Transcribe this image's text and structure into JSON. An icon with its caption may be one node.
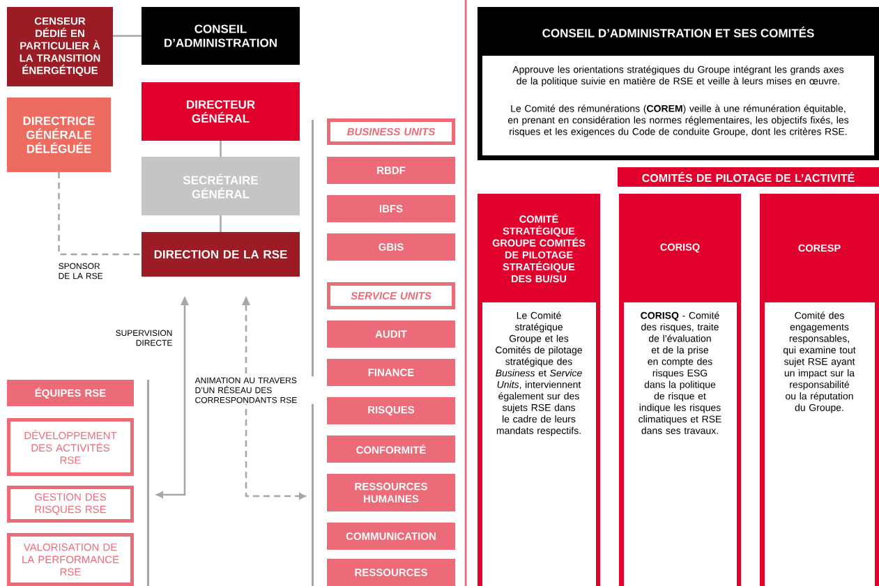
{
  "diagram": {
    "nodes": [
      {
        "text": [
          "CENSEUR DÉDIÉ EN PARTICULIER À LA TRANSITION ÉNERGÉTIQUE"
        ]
      },
      {
        "text": [
          "CONSEIL D’ADMINISTRATION"
        ]
      },
      {
        "text": [
          "DIRECTEUR GÉNÉRAL"
        ]
      },
      {
        "text": [
          "DIRECTRICE GÉNÉRALE DÉLÉGUÉE"
        ]
      },
      {
        "text": [
          "SECRÉTAIRE GÉNÉRAL"
        ]
      },
      {
        "text": [
          "DIRECTION DE LA RSE"
        ]
      },
      {
        "text": [
          "ÉQUIPES RSE"
        ]
      },
      {
        "text": [
          "DÉVELOPPEMENT DES ACTIVITÉS RSE"
        ]
      },
      {
        "text": [
          "GESTION DES RISQUES RSE"
        ]
      },
      {
        "text": [
          "VALORISATION DE LA PERFORMANCE RSE"
        ]
      },
      {
        "text": [
          "BUSINESS UNITS"
        ]
      },
      {
        "text": [
          "RBDF"
        ]
      },
      {
        "text": [
          "IBFS"
        ]
      },
      {
        "text": [
          "GBIS"
        ]
      },
      {
        "text": [
          "SERVICE UNITS"
        ]
      },
      {
        "text": [
          "AUDIT"
        ]
      },
      {
        "text": [
          "FINANCE"
        ]
      },
      {
        "text": [
          "RISQUES"
        ]
      },
      {
        "text": [
          "CONFORMITÉ"
        ]
      },
      {
        "text": [
          "RESSOURCES HUMAINES"
        ]
      },
      {
        "text": [
          "COMMUNICATION"
        ]
      },
      {
        "text": [
          "RESSOURCES"
        ]
      },
      {
        "text": [
          "CONSEIL D’ADMINISTRATION ET SES COMITÉS",
          "Approuve les orientations stratégiques du Groupe intégrant les grands axes de la politique suivie en matière de RSE et veille à leurs mises en œuvre.",
          "Le Comité des rémunérations (**COREM**) veille à une rémunération équitable, en prenant en considération les normes réglementaires, les objectifs fixés, les risques et les exigences du Code de conduite Groupe, dont les critères RSE."
        ]
      },
      {
        "text": [
          "COMITÉS DE PILOTAGE DE L’ACTIVITÉ"
        ]
      },
      {
        "text": [
          "COMITÉ STRATÉGIQUE GROUPE COMITÉS DE PILOTAGE STRATÉGIQUE DES BU/SU",
          "Le Comité stratégique Groupe et les Comités de pilotage stratégique des *Business* et *Service Units*, interviennent également sur des sujets RSE dans le cadre de leurs mandats respectifs."
        ]
      },
      {
        "text": [
          "CORISQ",
          "**CORISQ** - Comité des risques, traite de l’évaluation et de la prise en compte des risques ESG dans la politique de risque et indique les risques climatiques et RSE dans ses travaux."
        ]
      },
      {
        "text": [
          "CORESP",
          "Comité des engagements responsables, qui examine tout sujet RSE ayant un impact sur la responsabilité ou la réputation du Groupe."
        ]
      },
      {
        "text": [],
        "shape": "bar"
      },
      {
        "text": [],
        "shape": "bar"
      }
    ],
    "edges": [
      {
        "from": 0,
        "to": 1,
        "arrow": "none"
      },
      {
        "from": 2,
        "to": 4,
        "arrow": "none"
      },
      {
        "from": 4,
        "to": 5,
        "arrow": "none"
      },
      {
        "from": 3,
        "to": 5,
        "arrow": "none",
        "style": "dashed",
        "label": "SPONSOR DE LA RSE"
      },
      {
        "from": 5,
        "to": 27,
        "arrow": "both",
        "label": "SUPERVISION DIRECTE"
      },
      {
        "from": 5,
        "to": 28,
        "arrow": "both",
        "style": "dashed",
        "label": "ANIMATION AU TRAVERS D’UN RÉSEAU DES CORRESPONDANTS RSE"
      }
    ]
  }
}
